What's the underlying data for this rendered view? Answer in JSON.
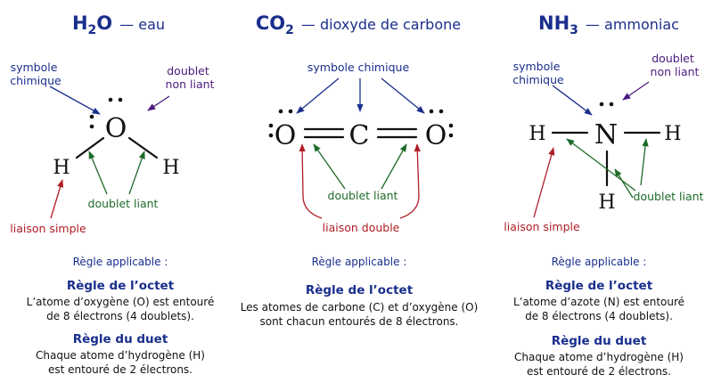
{
  "molecules": [
    {
      "id": "h2o",
      "formula_main": "H",
      "formula_sub": "2",
      "formula_tail": "O",
      "name": "— eau",
      "atoms": {
        "o": "O",
        "h1": "H",
        "h2": "H"
      },
      "labels": {
        "symbol": "symbole chimique",
        "lone": "doublet non liant",
        "bonding": "doublet liant",
        "bond": "liaison simple"
      },
      "rule_intro": "Règle applicable :",
      "rules": [
        {
          "title": "Règle de l’octet",
          "lines": [
            "L’atome d’oxygène (O) est entouré",
            "de 8 électrons (4 doublets)."
          ]
        },
        {
          "title": "Règle du duet",
          "lines": [
            "Chaque atome d’hydrogène (H)",
            "est entouré de 2 électrons."
          ]
        }
      ]
    },
    {
      "id": "co2",
      "formula_main": "CO",
      "formula_sub": "2",
      "formula_tail": "",
      "name": "— dioxyde de carbone",
      "atoms": {
        "o1": "O",
        "c": "C",
        "o2": "O"
      },
      "labels": {
        "symbol": "symbole chimique",
        "bonding": "doublet liant",
        "bond": "liaison double"
      },
      "rule_intro": "Règle applicable :",
      "rules": [
        {
          "title": "Règle de l’octet",
          "lines": [
            "Les atomes de carbone (C) et d’oxygène (O)",
            "sont chacun entourés de 8 électrons."
          ]
        }
      ]
    },
    {
      "id": "nh3",
      "formula_main": "NH",
      "formula_sub": "3",
      "formula_tail": "",
      "name": "— ammoniac",
      "atoms": {
        "n": "N",
        "h1": "H",
        "h2": "H",
        "h3": "H"
      },
      "labels": {
        "symbol": "symbole chimique",
        "lone": "doublet non liant",
        "bonding": "doublet liant",
        "bond": "liaison simple"
      },
      "rule_intro": "Règle applicable :",
      "rules": [
        {
          "title": "Règle de l’octet",
          "lines": [
            "L’atome d’azote (N) est entouré",
            "de 8 électrons (4 doublets)."
          ]
        },
        {
          "title": "Règle du duet",
          "lines": [
            "Chaque atome d’hydrogène (H)",
            "est entouré de 2 électrons."
          ]
        }
      ]
    }
  ],
  "colors": {
    "title": "#1a2e8c",
    "symbol_arrow": "#1a2e8c",
    "lone_arrow": "#4a1a80",
    "bonding_arrow": "#1e6b2a",
    "bond_arrow": "#b01c25"
  }
}
